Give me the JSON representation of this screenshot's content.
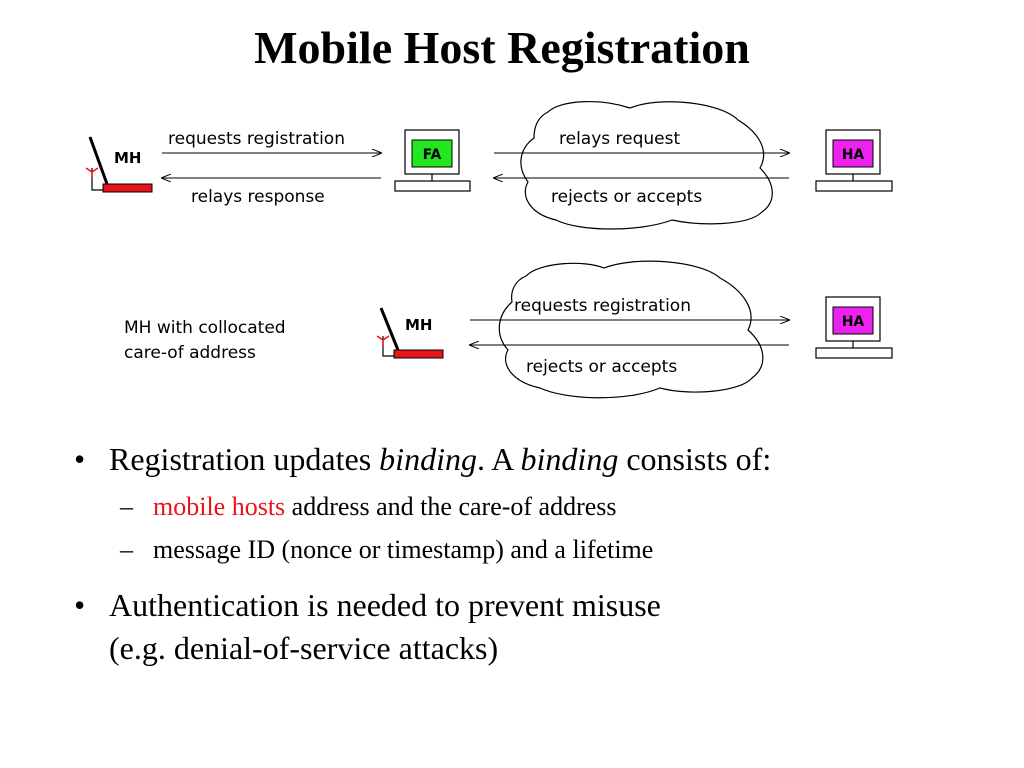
{
  "slide": {
    "title": "Mobile Host Registration"
  },
  "diagram": {
    "top": {
      "mh_label": "MH",
      "fa_label": "FA",
      "ha_label": "HA",
      "mh_to_fa": "requests registration",
      "fa_to_mh": "relays response",
      "fa_to_ha": "relays request",
      "ha_to_fa": "rejects or accepts"
    },
    "bottom": {
      "caption_line1": "MH with collocated",
      "caption_line2": "care-of address",
      "mh_label": "MH",
      "ha_label": "HA",
      "mh_to_ha": "requests registration",
      "ha_to_mh": "rejects or accepts"
    },
    "colors": {
      "mh_base": "#e8141b",
      "fa_screen": "#22e622",
      "ha_screen": "#ee22ee"
    }
  },
  "bullets": [
    {
      "marker": "•",
      "part1": "Registration updates ",
      "em1": "binding",
      "part2": ". A ",
      "em2": "binding",
      "part3": " consists of:",
      "sub": [
        {
          "marker": "–",
          "red": "mobile hosts",
          "text": " address and the care-of address"
        },
        {
          "marker": "–",
          "red": "",
          "text": "message ID (nonce or timestamp) and a lifetime"
        }
      ]
    },
    {
      "marker": "•",
      "line1": "Authentication is needed to prevent misuse",
      "line2": "(e.g. denial-of-service attacks)"
    }
  ]
}
